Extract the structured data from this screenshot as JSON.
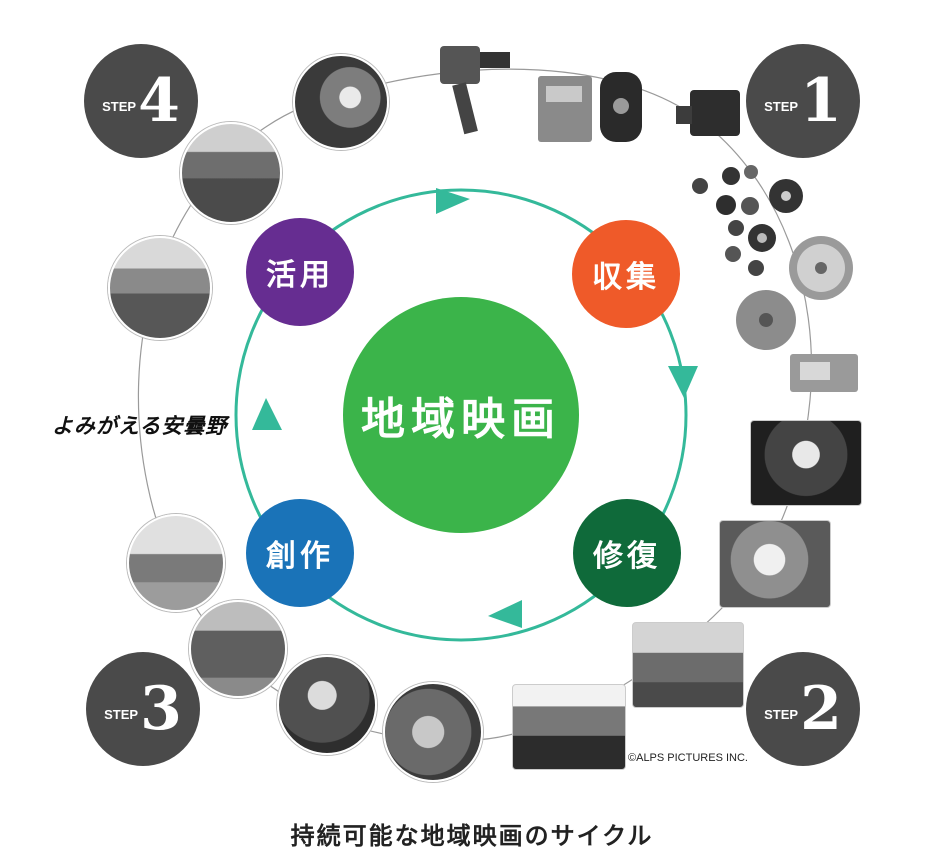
{
  "center_label": "地域映画",
  "phases": {
    "collect": "収集",
    "restore": "修復",
    "create": "創作",
    "utilize": "活用"
  },
  "steps": [
    {
      "label": "STEP",
      "number": "1"
    },
    {
      "label": "STEP",
      "number": "2"
    },
    {
      "label": "STEP",
      "number": "3"
    },
    {
      "label": "STEP",
      "number": "4"
    }
  ],
  "brand_text": "よみがえる安曇野",
  "credit_text": "©ALPS PICTURES INC.",
  "caption": "持続可能な地域映画のサイクル",
  "colors": {
    "center": "#3bb44a",
    "collect": "#ef5a29",
    "restore": "#0f6a3a",
    "create": "#1a73b8",
    "utilize": "#662d91",
    "cycle": "#34b99a",
    "step": "#4a4a4a"
  }
}
